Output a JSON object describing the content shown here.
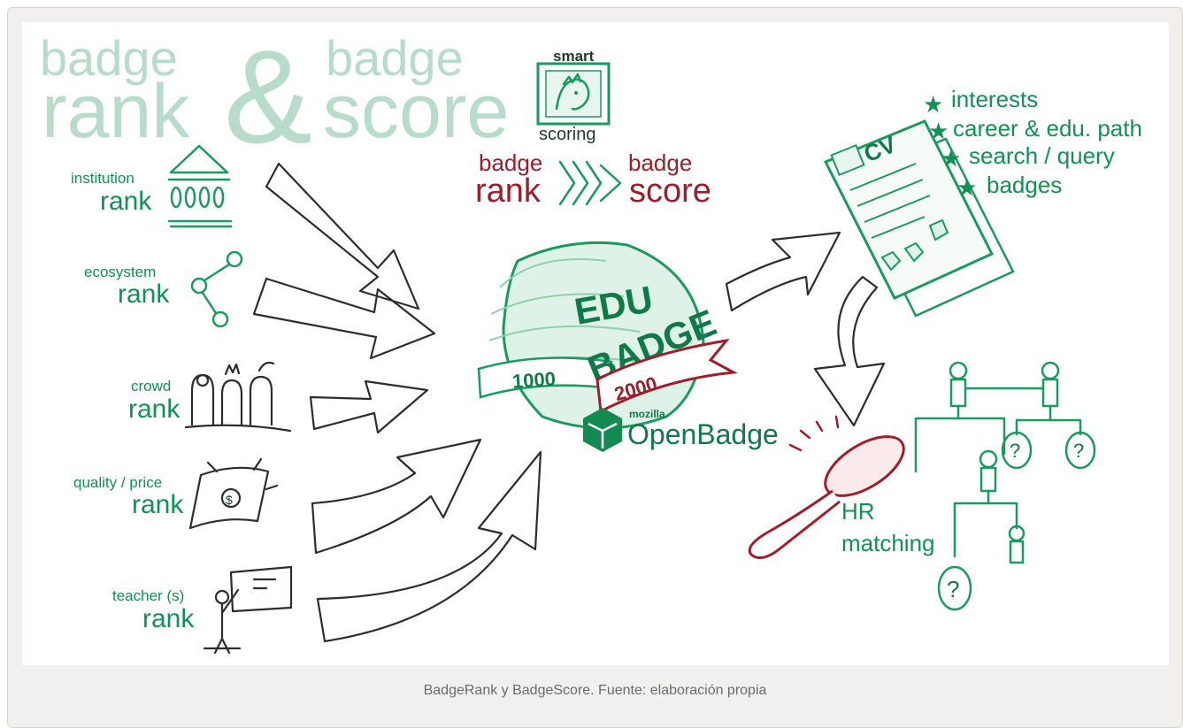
{
  "title": {
    "badge_left": "badge",
    "rank": "rank",
    "ampersand": "&",
    "badge_right": "badge",
    "score": "score"
  },
  "smart_scoring": {
    "top": "smart",
    "bottom": "scoring"
  },
  "center_flow": {
    "badge_left": "badge",
    "rank": "rank",
    "badge_right": "badge",
    "score": "score"
  },
  "inputs": [
    {
      "small": "institution",
      "large": "rank"
    },
    {
      "small": "ecosystem",
      "large": "rank"
    },
    {
      "small": "crowd",
      "large": "rank"
    },
    {
      "small": "quality / price",
      "large": "rank"
    },
    {
      "small": "teacher (s)",
      "large": "rank"
    }
  ],
  "badge": {
    "line1": "EDU",
    "line2": "BADGE",
    "score_low": "1000",
    "score_high": "2000"
  },
  "openbadge": {
    "vendor": "mozilla",
    "name": "OpenBadge"
  },
  "cv": {
    "label": "CV"
  },
  "outputs": [
    "interests",
    "career & edu. path",
    "search / query",
    "badges"
  ],
  "hr": {
    "line1": "HR",
    "line2": "matching"
  },
  "org_question_mark": "?",
  "caption": "BadgeRank y BadgeScore. Fuente: elaboración propia",
  "colors": {
    "pale_green": "#b7dcc9",
    "green": "#129055",
    "dark_red": "#9b1f2a",
    "ink": "#2d2d2d"
  }
}
